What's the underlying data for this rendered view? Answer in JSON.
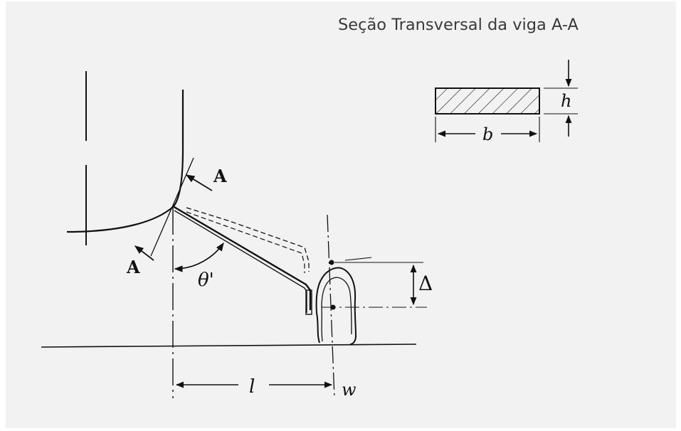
{
  "title": "Seção Transversal da viga A-A",
  "labels": {
    "section_upper": "A",
    "section_lower": "A",
    "angle": "θ'",
    "deflection": "Δ",
    "length": "l",
    "load": "w",
    "width": "b",
    "height": "h"
  },
  "colors": {
    "background": "#f2f2f2",
    "line": "#111111"
  }
}
